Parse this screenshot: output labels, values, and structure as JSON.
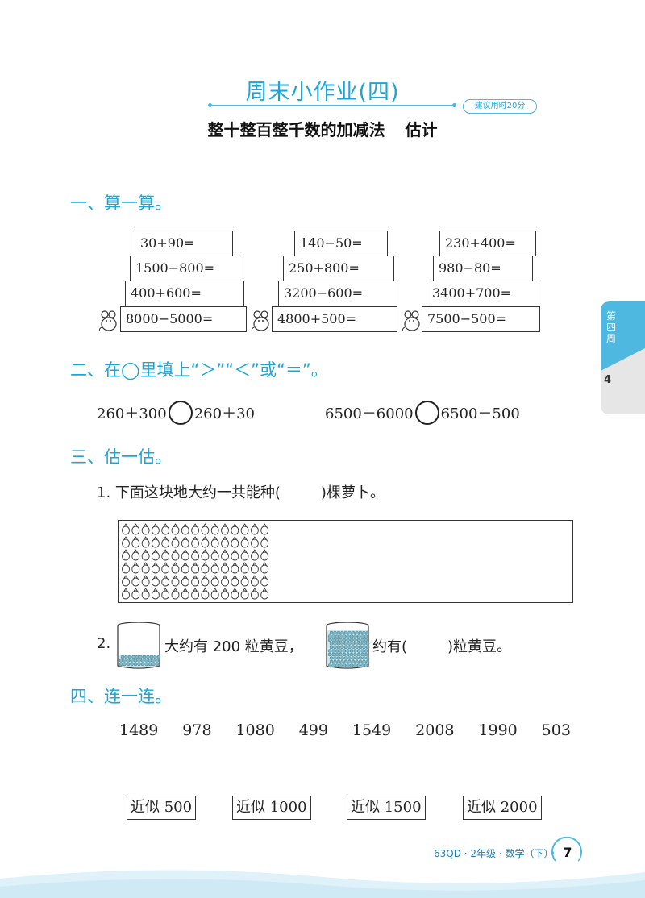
{
  "header": {
    "title": "周末小作业(四)",
    "time_badge": "建议用时20分",
    "subtitle": "整十整百整千数的加减法 估计"
  },
  "section1": {
    "title": "一、算一算。",
    "columns": [
      [
        "30+90=",
        "1500−800=",
        "400+600=",
        "8000−5000="
      ],
      [
        "140−50=",
        "250+800=",
        "3200−600=",
        "4800+500="
      ],
      [
        "230+400=",
        "980−80=",
        "3400+700=",
        "7500−500="
      ]
    ]
  },
  "section2": {
    "title": "二、在◯里填上“＞”“＜”或“＝”。",
    "items": [
      {
        "left": "260＋300",
        "right": "260＋30"
      },
      {
        "left": "6500－6000",
        "right": "6500－500"
      }
    ]
  },
  "section3": {
    "title": "三、估一估。",
    "q1": {
      "text_before": "1. 下面这块地大约一共能种(",
      "text_after": ")棵萝卜。",
      "rows": 6,
      "cols": 15
    },
    "q2": {
      "prefix": "2.",
      "text_middle": "大约有 200 粒黄豆，",
      "text_after1": "约有(",
      "text_after2": ")粒黄豆。"
    }
  },
  "section4": {
    "title": "四、连一连。",
    "numbers": [
      "1489",
      "978",
      "1080",
      "499",
      "1549",
      "2008",
      "1990",
      "503"
    ],
    "approx_prefix": "近似",
    "targets": [
      "500",
      "1000",
      "1500",
      "2000"
    ]
  },
  "side_tab": {
    "label": "第四周",
    "number": "4"
  },
  "footer": {
    "text": "63QD · 2年级 · 数学（下）",
    "page": "7"
  },
  "colors": {
    "accent": "#1aa6d6",
    "tab": "#4fb8e0",
    "wave": "#dff1f9"
  }
}
